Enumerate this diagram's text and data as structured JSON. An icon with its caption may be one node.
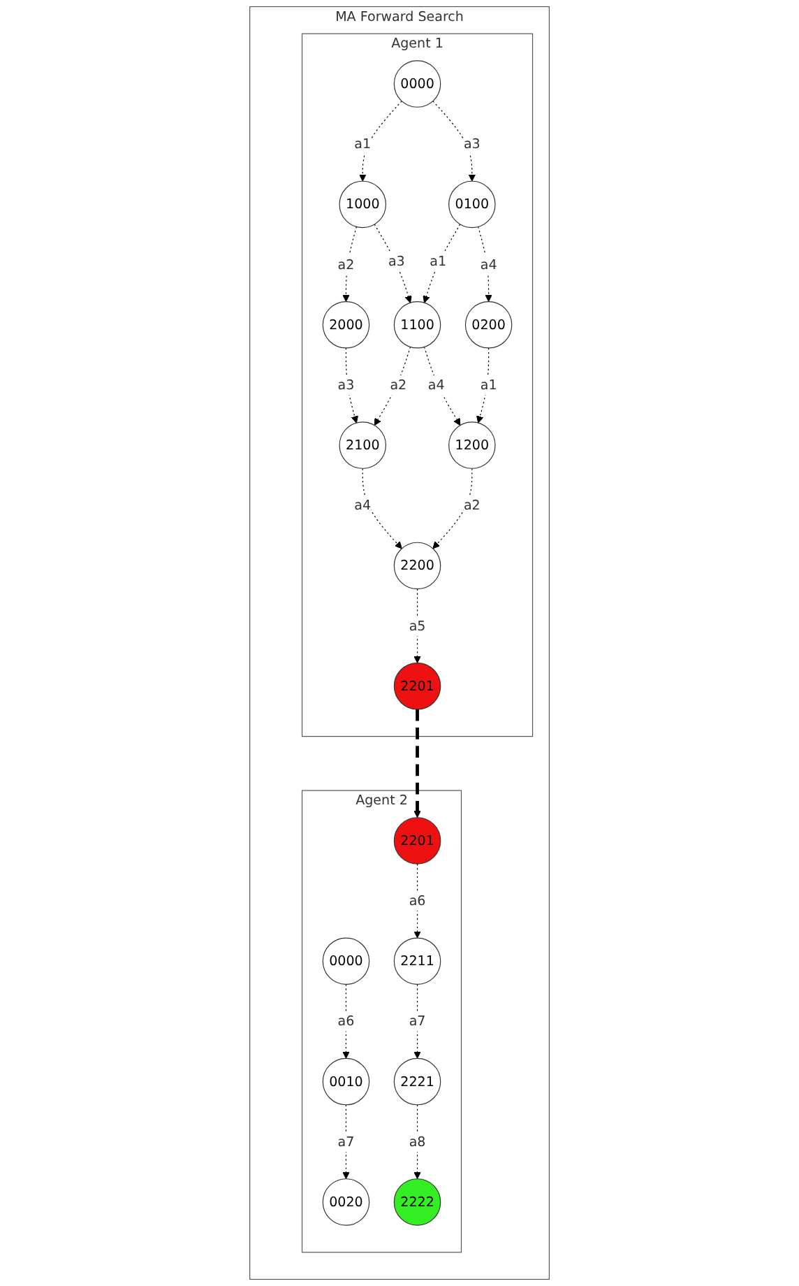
{
  "diagram": {
    "nodes": [
      {
        "text": [
          "MA Forward Search"
        ]
      },
      {
        "text": [
          "Agent 1"
        ],
        "in": 0
      },
      {
        "text": [
          "Agent 2"
        ],
        "in": 0
      },
      {
        "text": [
          "0000"
        ],
        "in": 1
      },
      {
        "text": [
          "1000"
        ],
        "in": 1
      },
      {
        "text": [
          "0100"
        ],
        "in": 1
      },
      {
        "text": [
          "2000"
        ],
        "in": 1
      },
      {
        "text": [
          "1100"
        ],
        "in": 1
      },
      {
        "text": [
          "0200"
        ],
        "in": 1
      },
      {
        "text": [
          "2100"
        ],
        "in": 1
      },
      {
        "text": [
          "1200"
        ],
        "in": 1
      },
      {
        "text": [
          "2200"
        ],
        "in": 1
      },
      {
        "text": [
          "2201"
        ],
        "in": 1
      },
      {
        "text": [
          "0000"
        ],
        "in": 2
      },
      {
        "text": [
          "2201"
        ],
        "in": 2
      },
      {
        "text": [
          "0010"
        ],
        "in": 2
      },
      {
        "text": [
          "2211"
        ],
        "in": 2
      },
      {
        "text": [
          "0020"
        ],
        "in": 2
      },
      {
        "text": [
          "2221"
        ],
        "in": 2
      },
      {
        "text": [
          "2222"
        ],
        "in": 2
      }
    ],
    "edges": [
      {
        "from": 3,
        "to": 4,
        "arrow": "to",
        "label": "a1"
      },
      {
        "from": 3,
        "to": 5,
        "arrow": "to",
        "label": "a3"
      },
      {
        "from": 4,
        "to": 6,
        "arrow": "to",
        "label": "a2"
      },
      {
        "from": 4,
        "to": 7,
        "arrow": "to",
        "label": "a3"
      },
      {
        "from": 5,
        "to": 7,
        "arrow": "to",
        "label": "a1"
      },
      {
        "from": 5,
        "to": 8,
        "arrow": "to",
        "label": "a4"
      },
      {
        "from": 6,
        "to": 9,
        "arrow": "to",
        "label": "a3"
      },
      {
        "from": 7,
        "to": 9,
        "arrow": "to",
        "label": "a2"
      },
      {
        "from": 7,
        "to": 10,
        "arrow": "to",
        "label": "a4"
      },
      {
        "from": 8,
        "to": 10,
        "arrow": "to",
        "label": "a1"
      },
      {
        "from": 9,
        "to": 11,
        "arrow": "to",
        "label": "a4"
      },
      {
        "from": 10,
        "to": 11,
        "arrow": "to",
        "label": "a2"
      },
      {
        "from": 11,
        "to": 12,
        "arrow": "to",
        "label": "a5"
      },
      {
        "from": 12,
        "to": 14,
        "arrow": "to",
        "style": "dashed"
      },
      {
        "from": 13,
        "to": 15,
        "arrow": "to",
        "label": "a6"
      },
      {
        "from": 15,
        "to": 17,
        "arrow": "to",
        "label": "a7"
      },
      {
        "from": 14,
        "to": 16,
        "arrow": "to",
        "label": "a6"
      },
      {
        "from": 16,
        "to": 18,
        "arrow": "to",
        "label": "a7"
      },
      {
        "from": 18,
        "to": 19,
        "arrow": "to",
        "label": "a8"
      }
    ]
  }
}
